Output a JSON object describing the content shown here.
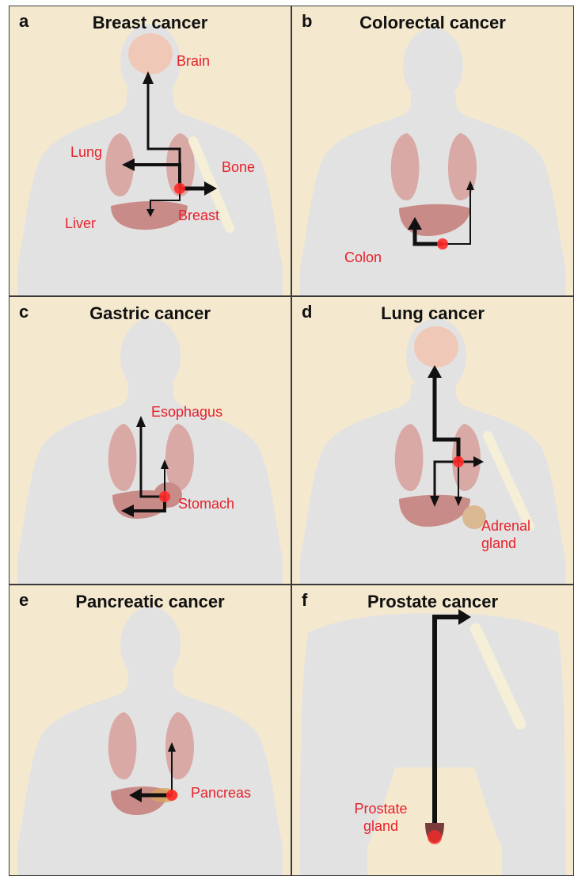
{
  "panels": [
    {
      "letter": "a",
      "title": "Breast cancer",
      "labels": [
        "Brain",
        "Lung",
        "Bone",
        "Breast",
        "Liver"
      ]
    },
    {
      "letter": "b",
      "title": "Colorectal cancer",
      "labels": [
        "Colon"
      ]
    },
    {
      "letter": "c",
      "title": "Gastric cancer",
      "labels": [
        "Esophagus",
        "Stomach"
      ]
    },
    {
      "letter": "d",
      "title": "Lung cancer",
      "labels": [
        "Adrenal gland"
      ]
    },
    {
      "letter": "e",
      "title": "Pancreatic cancer",
      "labels": [
        "Pancreas"
      ]
    },
    {
      "letter": "f",
      "title": "Prostate cancer",
      "labels": [
        "Prostate gland"
      ]
    }
  ],
  "colors": {
    "background": "#f4e9cf",
    "body": "#e2e2e2",
    "label": "#e8202a",
    "arrow": "#111111",
    "organ": "#c98b87",
    "tumor": "#ff2a2a"
  }
}
